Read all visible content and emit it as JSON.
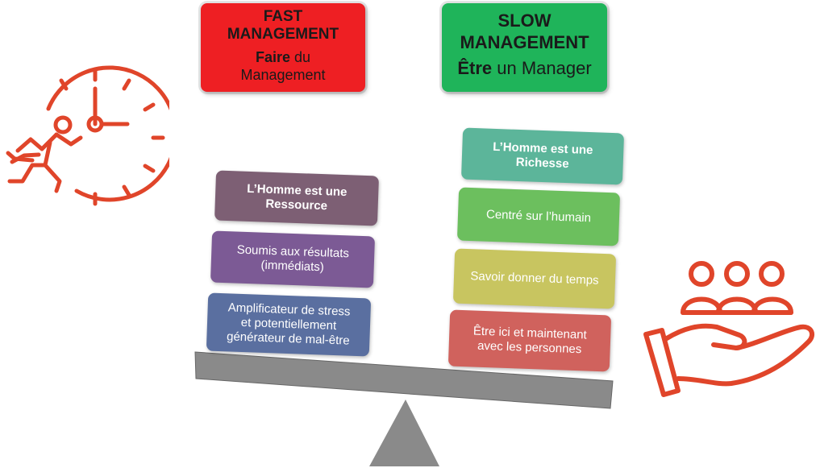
{
  "colors": {
    "fast": "#ee1f23",
    "slow": "#1fb45a",
    "icon": "#e0452a",
    "beam": "#8a8a8a",
    "fulcrum": "#8a8a8a"
  },
  "fast_header": {
    "title": "FAST\nMANAGEMENT",
    "sub_bold": "Faire",
    "sub_rest": " du\nManagement"
  },
  "slow_header": {
    "title": "SLOW\nMANAGEMENT",
    "sub_bold": "Être",
    "sub_rest": " un Manager"
  },
  "left_cards": [
    {
      "text": "L’Homme est une\nRessource",
      "bold": true,
      "color": "#7d5f74"
    },
    {
      "text": "Soumis aux résultats\n(immédiats)",
      "bold": false,
      "color": "#7c5a95"
    },
    {
      "text": "Amplificateur de stress\net potentiellement\ngénérateur de mal-être",
      "bold": false,
      "color": "#5a6fa0"
    }
  ],
  "right_cards": [
    {
      "text": "L’Homme est une\nRichesse",
      "bold": true,
      "color": "#5cb59a"
    },
    {
      "text": "Centré sur l’humain",
      "bold": false,
      "color": "#6cbf5e"
    },
    {
      "text": "Savoir donner du temps",
      "bold": false,
      "color": "#c8c560"
    },
    {
      "text": "Être ici et maintenant\navec les personnes",
      "bold": false,
      "color": "#d0625d"
    }
  ],
  "icons": {
    "left": "clock-runner-icon",
    "right": "hand-people-icon"
  }
}
